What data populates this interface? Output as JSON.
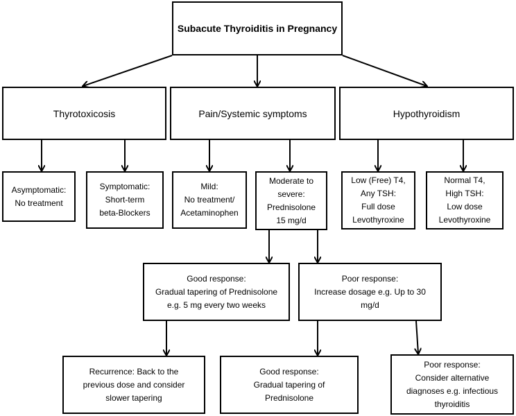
{
  "title": "Subacute Thyroiditis in Pregnancy",
  "categories": {
    "thyrotoxicosis": "Thyrotoxicosis",
    "pain": "Pain/Systemic symptoms",
    "hypothyroidism": "Hypothyroidism"
  },
  "level3": {
    "asymptomatic": [
      "Asymptomatic:",
      "No treatment"
    ],
    "symptomatic": [
      "Symptomatic:",
      "Short-term",
      "beta-Blockers"
    ],
    "mild": [
      "Mild:",
      "No treatment/",
      "Acetaminophen"
    ],
    "moderate": [
      "Moderate to",
      "severe:",
      "Prednisolone",
      "15 mg/d"
    ],
    "low_t4": [
      "Low (Free) T4,",
      "Any TSH:",
      "Full dose",
      "Levothyroxine"
    ],
    "normal_t4": [
      "Normal T4,",
      "High TSH:",
      "Low dose",
      "Levothyroxine"
    ]
  },
  "level4": {
    "good": [
      "Good response:",
      "Gradual tapering of Prednisolone",
      "e.g. 5 mg every two weeks"
    ],
    "poor": [
      "Poor response:",
      "Increase dosage e.g. Up to 30",
      "mg/d"
    ]
  },
  "level5": {
    "recurrence": [
      "Recurrence: Back to the",
      "previous dose and consider",
      "slower tapering"
    ],
    "good": [
      "Good response:",
      "Gradual tapering of",
      "Prednisolone"
    ],
    "poor": [
      "Poor response:",
      "Consider alternative",
      "diagnoses e.g. infectious",
      "thyroiditis"
    ]
  }
}
